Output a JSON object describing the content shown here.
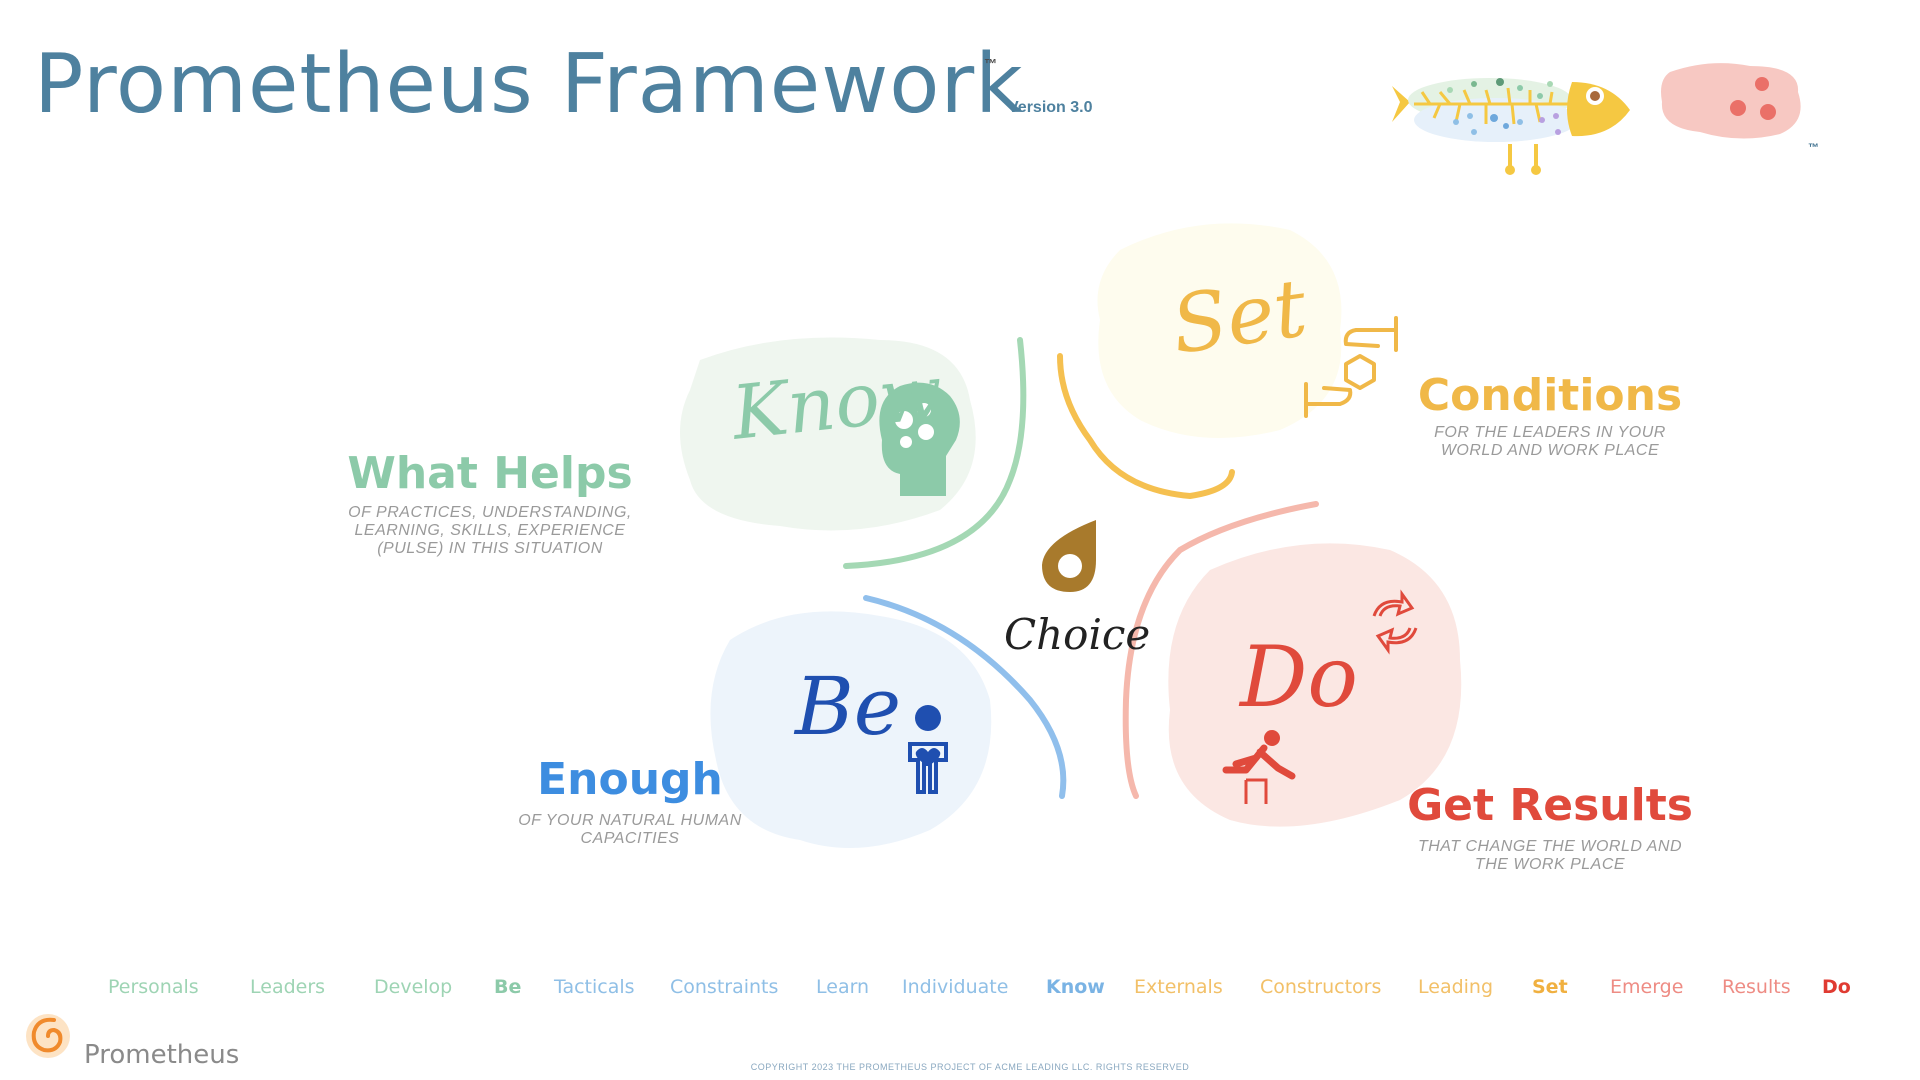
{
  "header": {
    "title": "Prometheus Framework",
    "title_tm": "™",
    "version": "Version 3.0",
    "logo_tm": "™"
  },
  "quadrants": {
    "know": {
      "word": "Know",
      "heading": "What Helps",
      "subtitle": "OF PRACTICES, UNDERSTANDING, LEARNING, SKILLS, EXPERIENCE (PULSE) IN THIS SITUATION",
      "color": "#8ccaa9",
      "icon": "brain-gears-icon"
    },
    "set": {
      "word": "Set",
      "heading": "Conditions",
      "subtitle": "FOR THE LEADERS IN YOUR WORLD AND WORK PLACE",
      "color": "#f0b848",
      "icon": "hands-blocks-icon"
    },
    "be": {
      "word": "Be",
      "heading": "Enough",
      "subtitle": "OF YOUR NATURAL HUMAN CAPACITIES",
      "color": "#3d8de0",
      "icon": "person-heart-icon"
    },
    "do": {
      "word": "Do",
      "heading": "Get Results",
      "subtitle": "THAT CHANGE THE WORLD AND THE WORK PLACE",
      "color": "#e04a3c",
      "icon": "hurdle-runner-icon"
    }
  },
  "center": {
    "label": "Choice",
    "color": "#a87a2c",
    "icon": "location-pin-icon"
  },
  "nav": [
    {
      "label": "Personals",
      "bold": false,
      "color": "#9ed4b4"
    },
    {
      "label": "Leaders",
      "bold": false,
      "color": "#9ed4b4"
    },
    {
      "label": "Develop",
      "bold": false,
      "color": "#9ed4b4"
    },
    {
      "label": "Be",
      "bold": true,
      "color": "#8ccaa9"
    },
    {
      "label": "Tacticals",
      "bold": false,
      "color": "#8fbfe6"
    },
    {
      "label": "Constraints",
      "bold": false,
      "color": "#8fbfe6"
    },
    {
      "label": "Learn",
      "bold": false,
      "color": "#8fbfe6"
    },
    {
      "label": "Individuate",
      "bold": false,
      "color": "#8fbfe6"
    },
    {
      "label": "Know",
      "bold": true,
      "color": "#7ab3e4"
    },
    {
      "label": "Externals",
      "bold": false,
      "color": "#f2c068"
    },
    {
      "label": "Constructors",
      "bold": false,
      "color": "#f2c068"
    },
    {
      "label": "Leading",
      "bold": false,
      "color": "#f2c068"
    },
    {
      "label": "Set",
      "bold": true,
      "color": "#f0b040"
    },
    {
      "label": "Emerge",
      "bold": false,
      "color": "#ee8c84"
    },
    {
      "label": "Results",
      "bold": false,
      "color": "#ee8c84"
    },
    {
      "label": "Do",
      "bold": true,
      "color": "#e03b32"
    }
  ],
  "footer": {
    "brand": "Prometheus",
    "copyright": "COPYRIGHT 2023 THE PROMETHEUS PROJECT OF ACME LEADING LLC.  RIGHTS RESERVED"
  }
}
